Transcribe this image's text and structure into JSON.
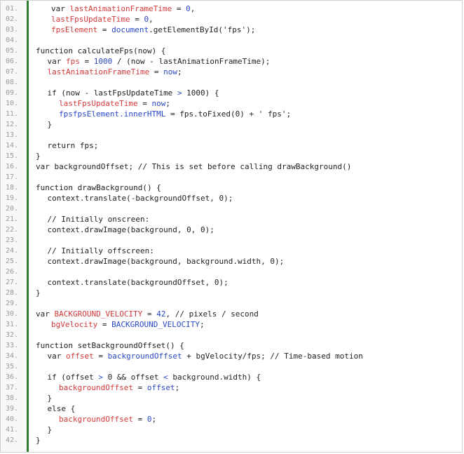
{
  "colors": {
    "gutter_rule": "#2f7d2f",
    "line_number": "#9a9a9a",
    "identifier_red": "#d33a3a",
    "identifier_blue": "#2a48c7",
    "text": "#222222"
  },
  "lines": [
    {
      "number": "01.",
      "indent": 4,
      "tokens": [
        [
          "p",
          "var "
        ],
        [
          "r",
          "lastAnimationFrameTime"
        ],
        [
          "p",
          " = "
        ],
        [
          "b",
          "0"
        ],
        [
          "p",
          ","
        ]
      ]
    },
    {
      "number": "02.",
      "indent": 4,
      "tokens": [
        [
          "r",
          "lastFpsUpdateTime"
        ],
        [
          "p",
          " = "
        ],
        [
          "b",
          "0"
        ],
        [
          "p",
          ","
        ]
      ]
    },
    {
      "number": "03.",
      "indent": 4,
      "tokens": [
        [
          "r",
          "fpsElement"
        ],
        [
          "p",
          " = "
        ],
        [
          "b",
          "document"
        ],
        [
          "p",
          ".getElementById('fps');"
        ]
      ]
    },
    {
      "number": "04.",
      "indent": 0,
      "tokens": []
    },
    {
      "number": "05.",
      "indent": 0,
      "tokens": [
        [
          "p",
          "function calculateFps(now) {"
        ]
      ]
    },
    {
      "number": "06.",
      "indent": 3,
      "tokens": [
        [
          "p",
          "var "
        ],
        [
          "r",
          "fps"
        ],
        [
          "p",
          " = "
        ],
        [
          "b",
          "1000"
        ],
        [
          "p",
          " / (now - lastAnimationFrameTime);"
        ]
      ]
    },
    {
      "number": "07.",
      "indent": 3,
      "tokens": [
        [
          "r",
          "lastAnimationFrameTime"
        ],
        [
          "p",
          " = "
        ],
        [
          "b",
          "now"
        ],
        [
          "p",
          ";"
        ]
      ]
    },
    {
      "number": "08.",
      "indent": 0,
      "tokens": []
    },
    {
      "number": "09.",
      "indent": 3,
      "tokens": [
        [
          "p",
          "if (now - lastFpsUpdateTime "
        ],
        [
          "b",
          ">"
        ],
        [
          "p",
          " 1000) {"
        ]
      ]
    },
    {
      "number": "10.",
      "indent": 6,
      "tokens": [
        [
          "r",
          "lastFpsUpdateTime"
        ],
        [
          "p",
          " = "
        ],
        [
          "b",
          "now"
        ],
        [
          "p",
          ";"
        ]
      ]
    },
    {
      "number": "11.",
      "indent": 6,
      "tokens": [
        [
          "b",
          "fpsfpsElement.innerHTML"
        ],
        [
          "p",
          " = fps.toFixed(0) + ' fps';"
        ]
      ]
    },
    {
      "number": "12.",
      "indent": 3,
      "tokens": [
        [
          "p",
          "}"
        ]
      ]
    },
    {
      "number": "13.",
      "indent": 0,
      "tokens": []
    },
    {
      "number": "14.",
      "indent": 3,
      "tokens": [
        [
          "p",
          "return fps;"
        ]
      ]
    },
    {
      "number": "15.",
      "indent": 0,
      "tokens": [
        [
          "p",
          "}"
        ]
      ]
    },
    {
      "number": "16.",
      "indent": 0,
      "tokens": [
        [
          "p",
          "var backgroundOffset; // This is set before calling drawBackground()"
        ]
      ]
    },
    {
      "number": "17.",
      "indent": 0,
      "tokens": []
    },
    {
      "number": "18.",
      "indent": 0,
      "tokens": [
        [
          "p",
          "function drawBackground() {"
        ]
      ]
    },
    {
      "number": "19.",
      "indent": 3,
      "tokens": [
        [
          "p",
          "context.translate(-backgroundOffset, 0);"
        ]
      ]
    },
    {
      "number": "20.",
      "indent": 0,
      "tokens": []
    },
    {
      "number": "21.",
      "indent": 3,
      "tokens": [
        [
          "p",
          "// Initially onscreen:"
        ]
      ]
    },
    {
      "number": "22.",
      "indent": 3,
      "tokens": [
        [
          "p",
          "context.drawImage(background, 0, 0);"
        ]
      ]
    },
    {
      "number": "23.",
      "indent": 0,
      "tokens": []
    },
    {
      "number": "24.",
      "indent": 3,
      "tokens": [
        [
          "p",
          "// Initially offscreen:"
        ]
      ]
    },
    {
      "number": "25.",
      "indent": 3,
      "tokens": [
        [
          "p",
          "context.drawImage(background, background.width, 0);"
        ]
      ]
    },
    {
      "number": "26.",
      "indent": 0,
      "tokens": []
    },
    {
      "number": "27.",
      "indent": 3,
      "tokens": [
        [
          "p",
          "context.translate(backgroundOffset, 0);"
        ]
      ]
    },
    {
      "number": "28.",
      "indent": 0,
      "tokens": [
        [
          "p",
          "}"
        ]
      ]
    },
    {
      "number": "29.",
      "indent": 0,
      "tokens": []
    },
    {
      "number": "30.",
      "indent": 0,
      "tokens": [
        [
          "p",
          "var "
        ],
        [
          "r",
          "BACKGROUND_VELOCITY"
        ],
        [
          "p",
          " = "
        ],
        [
          "b",
          "42"
        ],
        [
          "p",
          ", // pixels / second"
        ]
      ]
    },
    {
      "number": "31.",
      "indent": 4,
      "tokens": [
        [
          "r",
          "bgVelocity"
        ],
        [
          "p",
          " = "
        ],
        [
          "b",
          "BACKGROUND_VELOCITY"
        ],
        [
          "p",
          ";"
        ]
      ]
    },
    {
      "number": "32.",
      "indent": 0,
      "tokens": []
    },
    {
      "number": "33.",
      "indent": 0,
      "tokens": [
        [
          "p",
          "function setBackgroundOffset() {"
        ]
      ]
    },
    {
      "number": "34.",
      "indent": 3,
      "tokens": [
        [
          "p",
          "var "
        ],
        [
          "r",
          "offset"
        ],
        [
          "p",
          " = "
        ],
        [
          "b",
          "backgroundOffset"
        ],
        [
          "p",
          " + bgVelocity/fps; // Time-based motion"
        ]
      ]
    },
    {
      "number": "35.",
      "indent": 0,
      "tokens": []
    },
    {
      "number": "36.",
      "indent": 3,
      "tokens": [
        [
          "p",
          "if (offset "
        ],
        [
          "b",
          ">"
        ],
        [
          "p",
          " 0 && offset "
        ],
        [
          "b",
          "<"
        ],
        [
          "p",
          " background.width) {"
        ]
      ]
    },
    {
      "number": "37.",
      "indent": 6,
      "tokens": [
        [
          "r",
          "backgroundOffset"
        ],
        [
          "p",
          " = "
        ],
        [
          "b",
          "offset"
        ],
        [
          "p",
          ";"
        ]
      ]
    },
    {
      "number": "38.",
      "indent": 3,
      "tokens": [
        [
          "p",
          "}"
        ]
      ]
    },
    {
      "number": "39.",
      "indent": 3,
      "tokens": [
        [
          "p",
          "else {"
        ]
      ]
    },
    {
      "number": "40.",
      "indent": 6,
      "tokens": [
        [
          "r",
          "backgroundOffset"
        ],
        [
          "p",
          " = "
        ],
        [
          "b",
          "0"
        ],
        [
          "p",
          ";"
        ]
      ]
    },
    {
      "number": "41.",
      "indent": 3,
      "tokens": [
        [
          "p",
          "}"
        ]
      ]
    },
    {
      "number": "42.",
      "indent": 0,
      "tokens": [
        [
          "p",
          "}"
        ]
      ]
    }
  ]
}
